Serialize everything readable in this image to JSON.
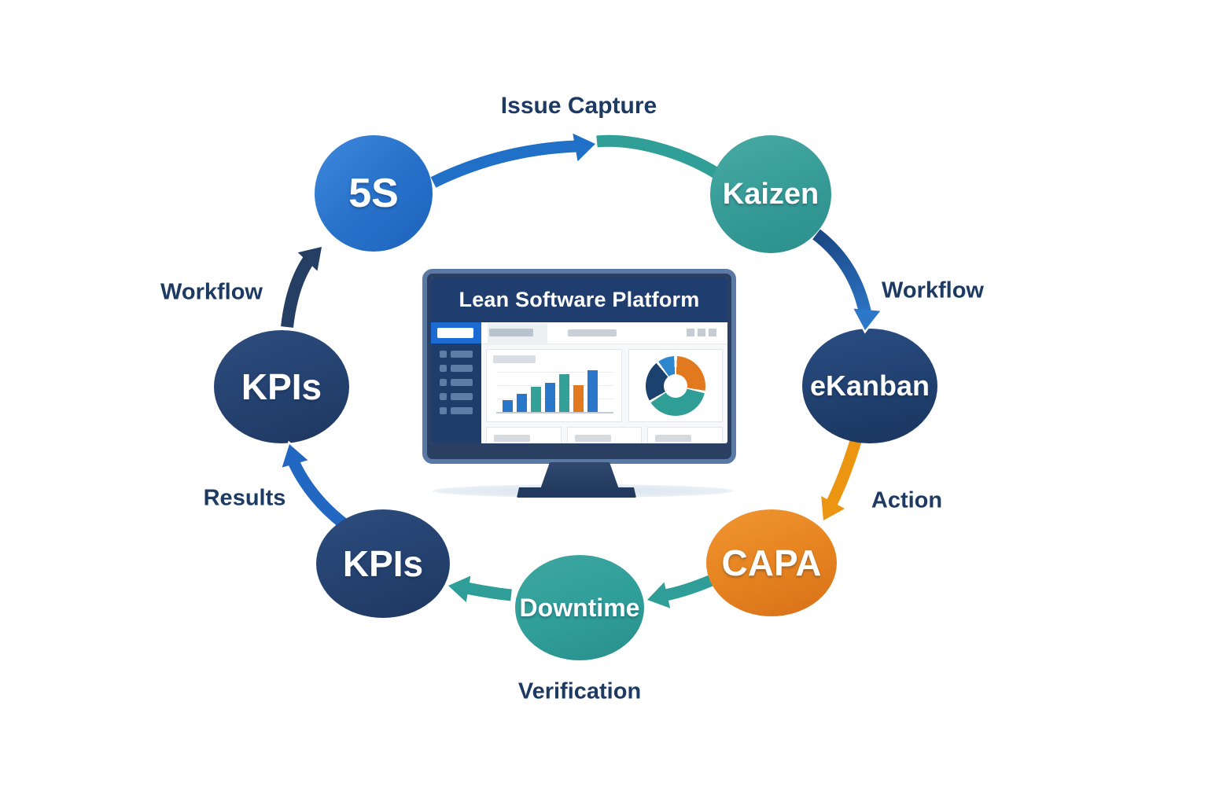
{
  "diagram": {
    "nodes": [
      {
        "id": "5s",
        "label": "5S",
        "color": "#2a74cc"
      },
      {
        "id": "kaizen",
        "label": "Kaizen",
        "color": "#379c97"
      },
      {
        "id": "ekanban",
        "label": "eKanban",
        "color": "#20406f"
      },
      {
        "id": "capa",
        "label": "CAPA",
        "color": "#e5821f"
      },
      {
        "id": "downtime",
        "label": "Downtime",
        "color": "#2f9e99"
      },
      {
        "id": "kpis-bottom",
        "label": "KPIs",
        "color": "#24416f"
      },
      {
        "id": "kpis-left",
        "label": "KPIs",
        "color": "#24416f"
      }
    ],
    "flow_labels": {
      "issue_capture": "Issue Capture",
      "workflow_right": "Workflow",
      "action": "Action",
      "verification": "Verification",
      "results": "Results",
      "workflow_left": "Workflow"
    },
    "label_color": "#1d3a63",
    "arrow_colors": {
      "blue": "#2170c8",
      "teal": "#2f9f97",
      "orange": "#ec9512",
      "navy": "#253e63"
    }
  },
  "monitor": {
    "title": "Lean Software Platform",
    "chart_data": [
      {
        "type": "bar",
        "values": [
          15,
          23,
          32,
          37,
          48,
          34,
          53
        ],
        "colors": [
          "#2a77c9",
          "#2a77c9",
          "#34a199",
          "#2a77c9",
          "#34a199",
          "#e2791e",
          "#2a77c9"
        ]
      },
      {
        "type": "pie",
        "segments": [
          {
            "color": "#e2791e",
            "from": 3,
            "to": 99
          },
          {
            "color": "#2f9e96",
            "from": 104,
            "to": 236
          },
          {
            "color": "#1b416f",
            "from": 241,
            "to": 320
          },
          {
            "color": "#2e86cd",
            "from": 325,
            "to": 357
          }
        ]
      }
    ]
  }
}
